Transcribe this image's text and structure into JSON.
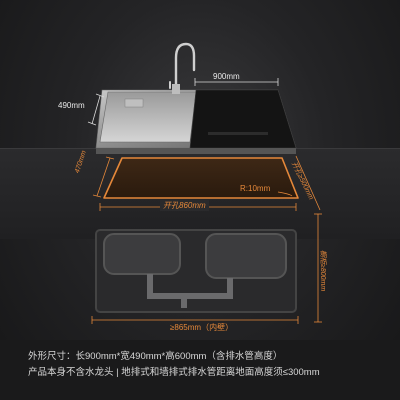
{
  "dimensions": {
    "width_label": "900mm",
    "depth_label": "490mm",
    "height_label": "470mm",
    "cutout_width_label": "开孔860mm",
    "cutout_depth_label": "开孔≥500mm",
    "radius_label": "R:10mm",
    "cabinet_height_label": "橱柜≥800mm",
    "inner_width_label": "≥865mm（内壁）"
  },
  "specs": {
    "line1": "外形尺寸：长900mm*宽490mm*高600mm（含排水管高度）",
    "line2": "产品本身不含水龙头 | 地排式和墙排式排水管距离地面高度须≤300mm"
  },
  "colors": {
    "accent_orange": "#e5883a",
    "background": "#1c1c1d",
    "cutout_fill": "#3a2414"
  }
}
